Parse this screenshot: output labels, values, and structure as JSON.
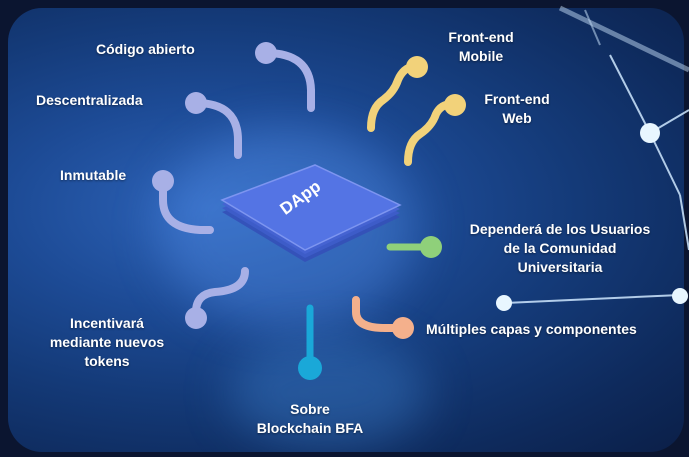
{
  "center": {
    "label": "DApp"
  },
  "features": {
    "codigo_abierto": "Código abierto",
    "descentralizada": "Descentralizada",
    "inmutable": "Inmutable",
    "incentivara": [
      "Incentivará",
      "mediante nuevos",
      "tokens"
    ],
    "sobre_blockchain": [
      "Sobre",
      "Blockchain BFA"
    ],
    "multiples_capas": "Múltiples capas y componentes",
    "dependera": [
      "Dependerá de los Usuarios",
      "de la Comunidad",
      "Universitaria"
    ],
    "frontend_mobile": [
      "Front-end",
      "Mobile"
    ],
    "frontend_web": [
      "Front-end",
      "Web"
    ]
  },
  "colors": {
    "lavender": "#a8b0e6",
    "yellow": "#f2d27a",
    "green": "#8fd07a",
    "salmon": "#f4b08c",
    "cyan": "#1aa8d8",
    "chip": "#4f6ee0"
  }
}
